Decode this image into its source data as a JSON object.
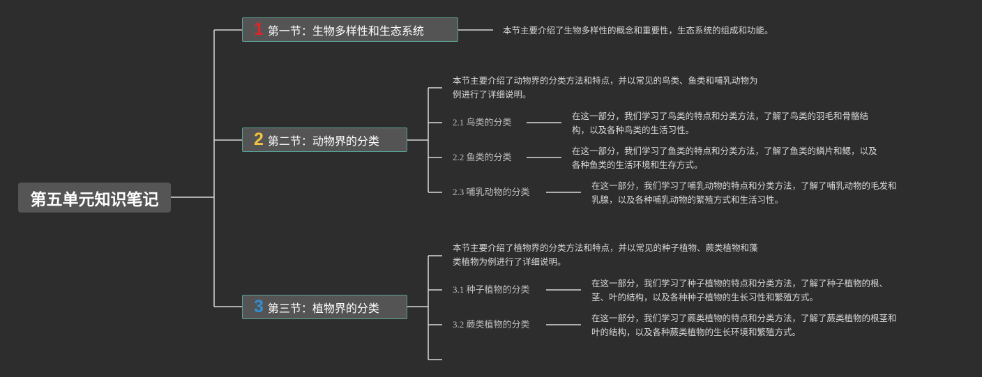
{
  "root": {
    "label": "第五单元知识笔记"
  },
  "sections": [
    {
      "number": "1",
      "number_color": "#e0242c",
      "label": "第一节：生物多样性和生态系统",
      "summary": "本节主要介绍了生物多样性的概念和重要性，生态系统的组成和功能。"
    },
    {
      "number": "2",
      "number_color": "#f3c340",
      "label": "第二节：动物界的分类",
      "summary_line1": "本节主要介绍了动物界的分类方法和特点，并以常见的鸟类、鱼类和哺乳动物为",
      "summary_line2": "例进行了详细说明。",
      "subs": [
        {
          "label": "2.1 鸟类的分类",
          "desc_line1": "在这一部分，我们学习了鸟类的特点和分类方法，了解了鸟类的羽毛和骨骼结",
          "desc_line2": "构，以及各种鸟类的生活习性。"
        },
        {
          "label": "2.2 鱼类的分类",
          "desc_line1": "在这一部分，我们学习了鱼类的特点和分类方法，了解了鱼类的鳞片和鳃，以及",
          "desc_line2": "各种鱼类的生活环境和生存方式。"
        },
        {
          "label": "2.3 哺乳动物的分类",
          "desc_line1": "在这一部分，我们学习了哺乳动物的特点和分类方法，了解了哺乳动物的毛发和",
          "desc_line2": "乳腺，以及各种哺乳动物的繁殖方式和生活习性。"
        }
      ]
    },
    {
      "number": "3",
      "number_color": "#2f8fd6",
      "label": "第三节：植物界的分类",
      "summary_line1": "本节主要介绍了植物界的分类方法和特点，并以常见的种子植物、蕨类植物和藻",
      "summary_line2": "类植物为例进行了详细说明。",
      "subs": [
        {
          "label": "3.1 种子植物的分类",
          "desc_line1": "在这一部分，我们学习了种子植物的特点和分类方法，了解了种子植物的根、",
          "desc_line2": "茎、叶的结构，以及各种种子植物的生长习性和繁殖方式。"
        },
        {
          "label": "3.2 蕨类植物的分类",
          "desc_line1": "在这一部分，我们学习了蕨类植物的特点和分类方法，了解了蕨类植物的根茎和",
          "desc_line2": "叶的结构，以及各种蕨类植物的生长环境和繁殖方式。"
        }
      ]
    }
  ],
  "colors": {
    "background": "#2d2d2d",
    "connector": "#d9d9d9",
    "section_border": "#5aa396"
  }
}
